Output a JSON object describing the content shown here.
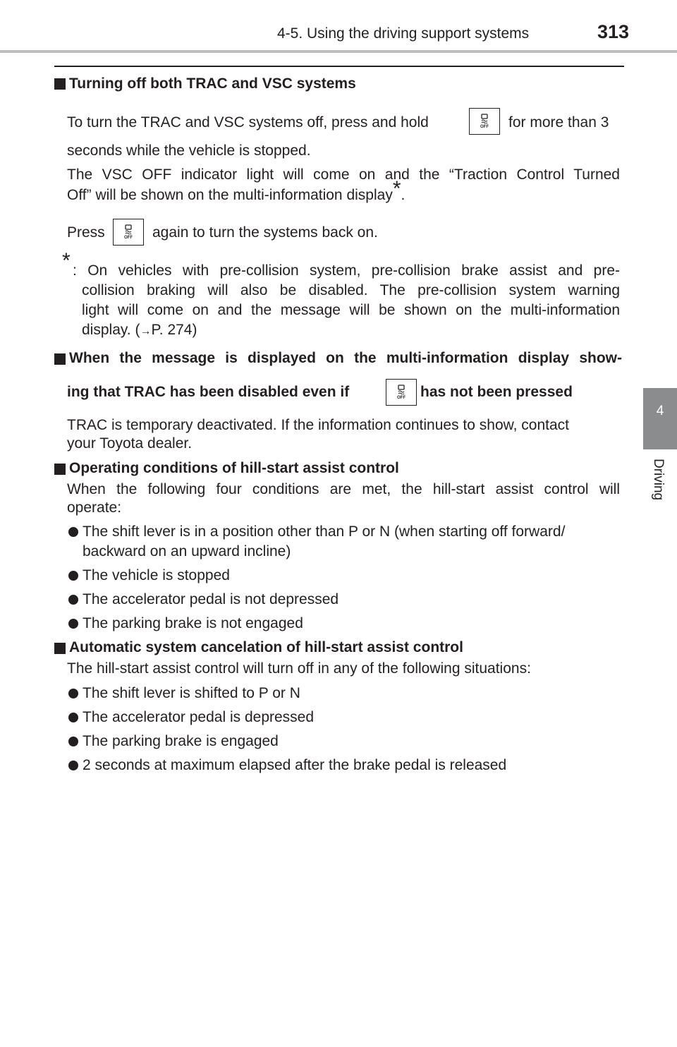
{
  "header": {
    "section_title": "4-5. Using the driving support systems",
    "page_number": "313"
  },
  "side_tab": {
    "chapter_number": "4",
    "chapter_name": "Driving"
  },
  "button_icon": {
    "name": "trac-vsc-off-switch-icon",
    "label": "OFF"
  },
  "sections": [
    {
      "heading": "Turning off both TRAC and VSC systems",
      "p1_before": "To turn the TRAC and VSC systems off, press and hold",
      "p1_after": "for more than 3",
      "p1_line2": "seconds while the vehicle is stopped.",
      "p2_line1": "The VSC OFF indicator light will come on and the “Traction Control Turned",
      "p2_line2": "Off” will be shown on the multi-information display",
      "p2_mark": "*",
      "p2_end": ".",
      "p3_before": "Press",
      "p3_after": "again to turn the systems back on.",
      "note_mark": "*",
      "note_line1": ": On vehicles with pre-collision system, pre-collision brake assist and pre-",
      "note_line2": "collision braking will also be disabled. The pre-collision system warning",
      "note_line3": "light will come on and the message will be shown on the multi-information",
      "note_line4_start": "display. (",
      "note_arrow": "→",
      "note_line4_end": "P. 274)"
    },
    {
      "heading_line1": "When the message is displayed on the multi-information display show-",
      "heading_line2_before": "ing that TRAC has been disabled even if",
      "heading_line2_after": "has not been pressed",
      "body_line1": "TRAC is temporary deactivated. If the information continues to show, contact",
      "body_line2": "your Toyota dealer."
    },
    {
      "heading": "Operating conditions of hill-start assist control",
      "body_line1": "When the following four conditions are met, the hill-start assist control will",
      "body_line2": "operate:",
      "bullets": [
        {
          "line1": "The shift lever is in a position other than P or N (when starting off forward/",
          "line2": "backward on an upward incline)"
        },
        {
          "line1": "The vehicle is stopped"
        },
        {
          "line1": "The accelerator pedal is not depressed"
        },
        {
          "line1": "The parking brake is not engaged"
        }
      ]
    },
    {
      "heading": "Automatic system cancelation of hill-start assist control",
      "body_line1": "The hill-start assist control will turn off in any of the following situations:",
      "bullets": [
        {
          "line1": "The shift lever is shifted to P or N"
        },
        {
          "line1": "The accelerator pedal is depressed"
        },
        {
          "line1": "The parking brake is engaged"
        },
        {
          "line1": "2 seconds at maximum elapsed after the brake pedal is released"
        }
      ]
    }
  ]
}
